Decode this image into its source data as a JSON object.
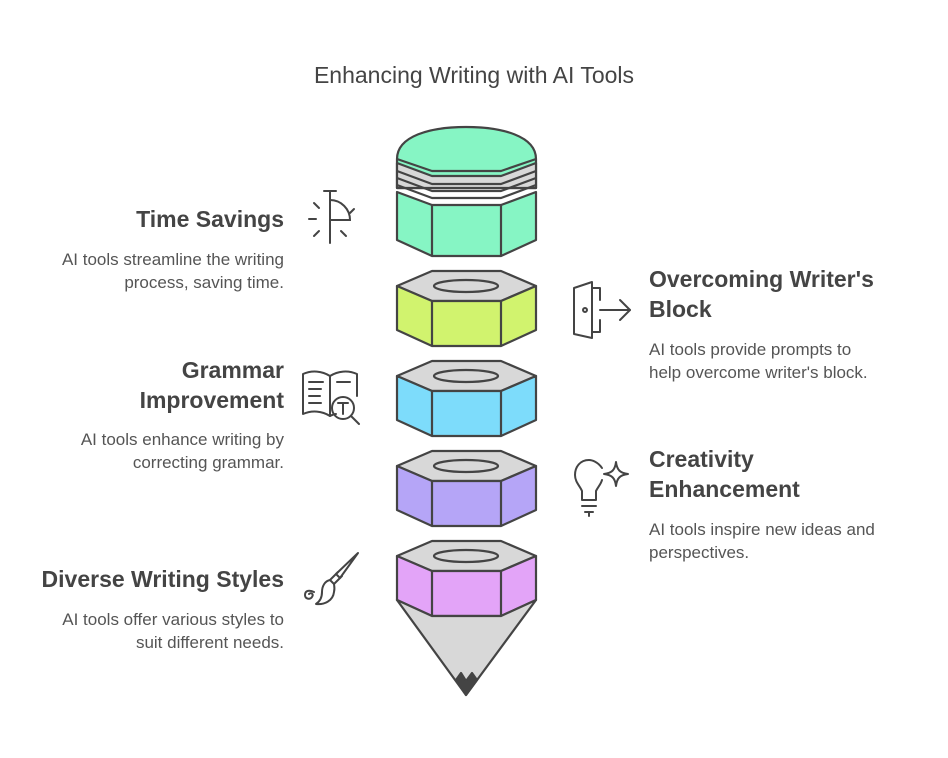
{
  "title": "Enhancing Writing with AI Tools",
  "items": [
    {
      "heading": "Time Savings",
      "desc": "AI tools streamline the writing process, saving time.",
      "desc_lines": [
        "AI tools streamline the writing",
        "process, saving time."
      ],
      "icon": "timer-icon",
      "color": "#86f5c4"
    },
    {
      "heading": "Overcoming Writer's Block",
      "heading_lines": [
        "Overcoming Writer's",
        "Block"
      ],
      "desc": "AI tools provide prompts to help overcome writer's block.",
      "desc_lines": [
        "AI tools provide prompts to",
        "help overcome writer's block."
      ],
      "icon": "door-exit-icon",
      "color": "#d1f36e"
    },
    {
      "heading": "Grammar Improvement",
      "heading_lines": [
        "Grammar",
        "Improvement"
      ],
      "desc": "AI tools enhance writing by correcting grammar.",
      "desc_lines": [
        "AI tools enhance writing by",
        "correcting grammar."
      ],
      "icon": "book-search-icon",
      "color": "#7ddcfb"
    },
    {
      "heading": "Creativity Enhancement",
      "heading_lines": [
        "Creativity",
        "Enhancement"
      ],
      "desc": "AI tools inspire new ideas and perspectives.",
      "desc_lines": [
        "AI tools inspire new ideas and",
        "perspectives."
      ],
      "icon": "lightbulb-sparkle-icon",
      "color": "#b5a5f7"
    },
    {
      "heading": "Diverse Writing Styles",
      "desc": "AI tools offer various styles to suit different needs.",
      "desc_lines": [
        "AI tools offer various styles to",
        "suit different needs."
      ],
      "icon": "brush-icon",
      "color": "#e3a4f8"
    }
  ]
}
